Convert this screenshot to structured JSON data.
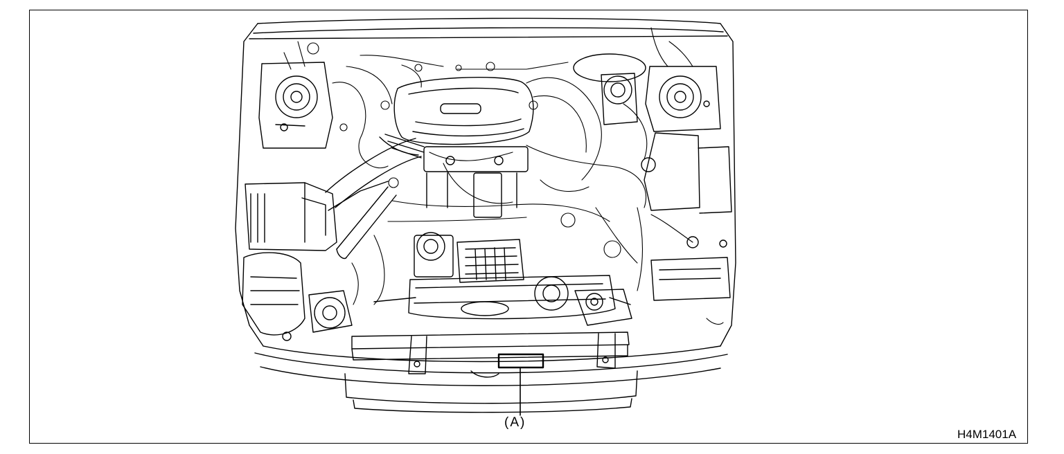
{
  "figure": {
    "code": "H4M1401A",
    "callouts": [
      {
        "id": "A",
        "label": "(A)",
        "target": "label-plate-on-radiator-panel"
      }
    ]
  },
  "colors": {
    "line": "#000000",
    "background": "#ffffff"
  }
}
